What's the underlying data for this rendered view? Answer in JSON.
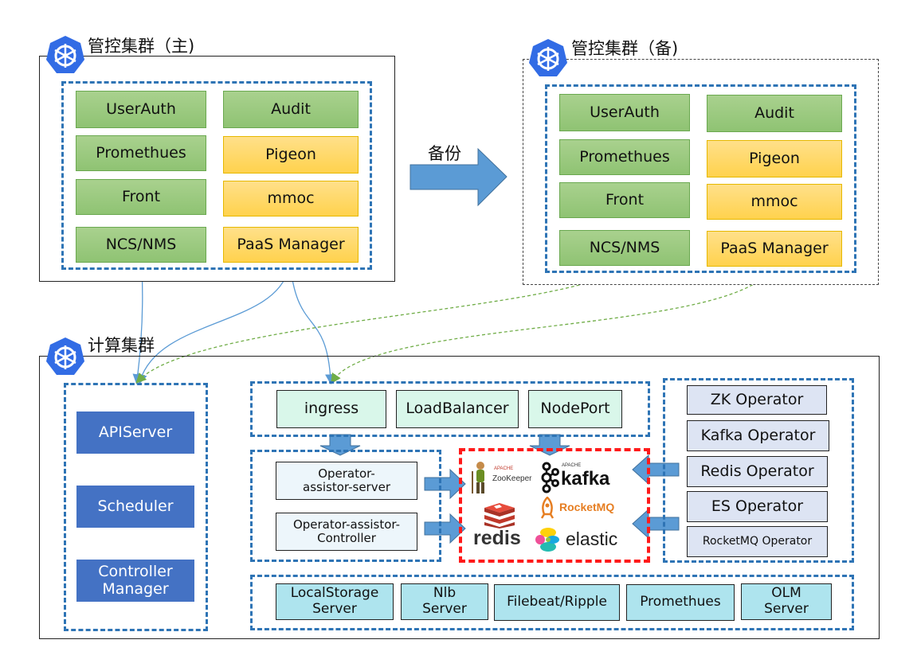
{
  "primary": {
    "title": "管控集群（主)",
    "boxes": [
      "UserAuth",
      "Audit",
      "Promethues",
      "Pigeon",
      "Front",
      "mmoc",
      "NCS/NMS",
      "PaaS Manager"
    ]
  },
  "backup": {
    "title": "管控集群（备)",
    "boxes": [
      "UserAuth",
      "Audit",
      "Promethues",
      "Pigeon",
      "Front",
      "mmoc",
      "NCS/NMS",
      "PaaS Manager"
    ]
  },
  "arrow_label": "备份",
  "compute": {
    "title": "计算集群",
    "control_plane": [
      "APIServer",
      "Scheduler",
      "Controller Manager"
    ],
    "network": [
      "ingress",
      "LoadBalancer",
      "NodePort"
    ],
    "assistors": [
      "Operator-assistor-server",
      "Operator-assistor-Controller"
    ],
    "logos": {
      "zookeeper_top": "APACHE",
      "zookeeper": "ZooKeeper",
      "kafka_top": "APACHE",
      "kafka": "kafka",
      "rocketmq": "RocketMQ",
      "redis": "redis",
      "elastic": "elastic"
    },
    "operators": [
      "ZK Operator",
      "Kafka Operator",
      "Redis Operator",
      "ES Operator",
      "RocketMQ Operator"
    ],
    "infra": [
      "LocalStorage Server",
      "Nlb Server",
      "Filebeat/Ripple",
      "Promethues",
      "OLM Server"
    ]
  },
  "colors": {
    "accent_blue": "#2e74b5",
    "green": "#a9d18e",
    "yellow": "#ffd966",
    "control_blue": "#4472c4",
    "red_dash": "#ff1a1a"
  }
}
